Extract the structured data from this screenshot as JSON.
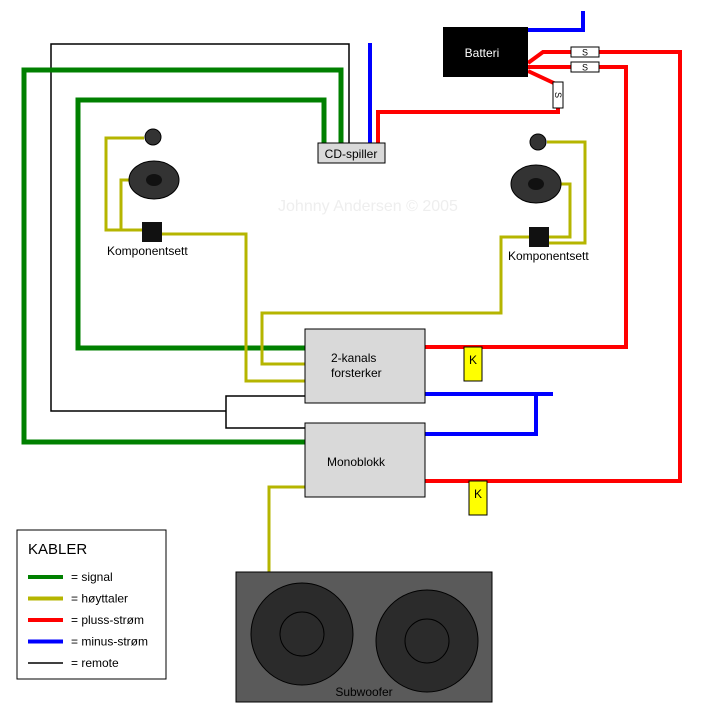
{
  "watermark": "Johnny Andersen © 2005",
  "components": {
    "battery": "Batteri",
    "cd_player": "CD-spiller",
    "amp_line1": "2-kanals",
    "amp_line2": "forsterker",
    "monoblock": "Monoblokk",
    "subwoofer": "Subwoofer",
    "component_set_left": "Komponentsett",
    "component_set_right": "Komponentsett",
    "fuse": "S",
    "relay": "K"
  },
  "legend": {
    "title": "KABLER",
    "items": [
      {
        "label": "= signal",
        "color": "#008000"
      },
      {
        "label": "= høyttaler",
        "color": "#b5b500"
      },
      {
        "label": "= pluss-strøm",
        "color": "#ff0000"
      },
      {
        "label": "= minus-strøm",
        "color": "#0000ff"
      },
      {
        "label": "= remote",
        "color": "#000000"
      }
    ]
  },
  "colors": {
    "signal": "#008000",
    "speaker": "#b5b500",
    "positive": "#ff0000",
    "negative": "#0000ff",
    "remote": "#000000",
    "box_fill": "#d9d9d9",
    "battery_fill": "#000000",
    "relay_fill": "#ffff00",
    "sub_box": "#5a5a5a",
    "sub_cone": "#2b2b2b"
  }
}
